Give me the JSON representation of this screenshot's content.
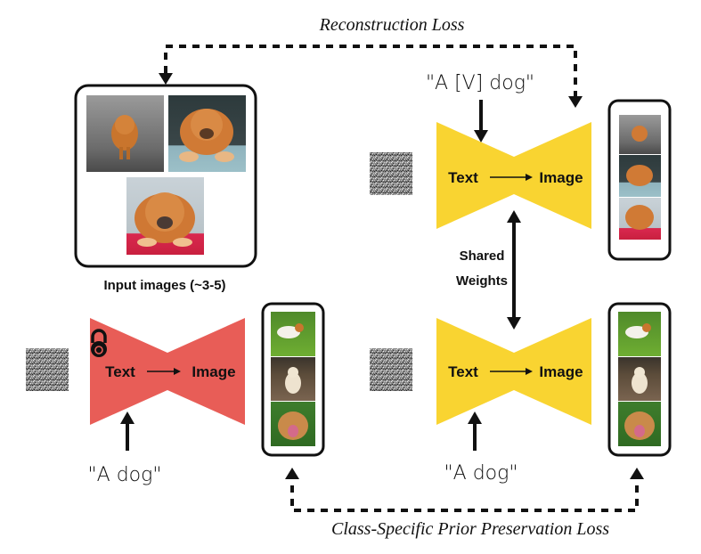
{
  "title": "DreamBooth fine-tuning overview",
  "losses": {
    "top": "Reconstruction Loss",
    "bottom": "Class-Specific Prior Preservation Loss"
  },
  "input_panel": {
    "label": "Input images (~3-5)",
    "images": [
      "chow-chow-walking-forest",
      "chow-chow-car-window",
      "chow-chow-red-cushion"
    ]
  },
  "models": {
    "frozen": {
      "text": "Text",
      "image": "Image",
      "prompt": "\"A dog\"",
      "color": "#E85D57",
      "locked": true
    },
    "finetune_top": {
      "text": "Text",
      "image": "Image",
      "prompt": "\"A [V] dog\"",
      "color": "#F9D431"
    },
    "finetune_bottom": {
      "text": "Text",
      "image": "Image",
      "prompt": "\"A dog\"",
      "color": "#F9D431"
    }
  },
  "shared_weights": {
    "line1": "Shared",
    "line2": "Weights"
  },
  "output_strips": {
    "top_right": [
      "chow-chow-walking-forest",
      "chow-chow-car-window",
      "chow-chow-red-cushion"
    ],
    "frozen_out": [
      "jack-russell-grass",
      "labrador-sitting",
      "shepherd-mix-tongue"
    ],
    "bottom_right": [
      "jack-russell-grass",
      "labrador-sitting",
      "shepherd-mix-tongue"
    ]
  },
  "icons": {
    "lock": "lock-icon",
    "noise": "noise-icon"
  }
}
